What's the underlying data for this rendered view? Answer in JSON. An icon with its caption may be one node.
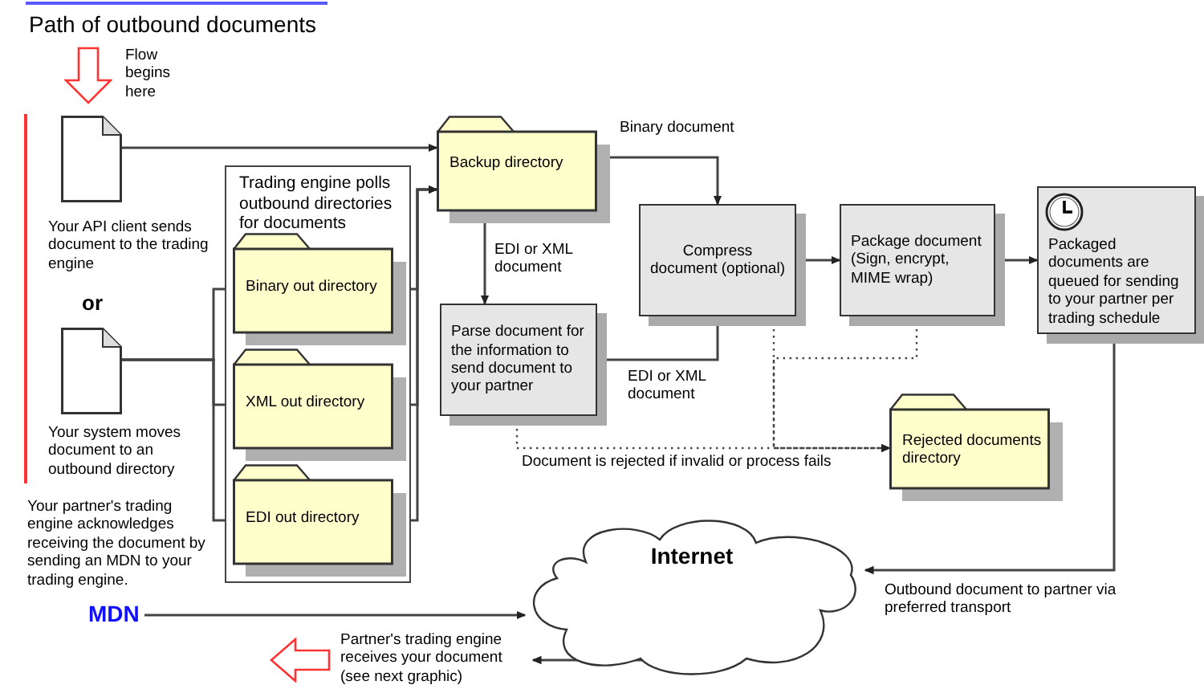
{
  "diagram": {
    "title": "Path of outbound documents",
    "nodes": [
      {
        "text": [],
        "shape": "document",
        "beside": [
          "Your API client sends document to the trading engine"
        ]
      },
      {
        "text": [],
        "shape": "document",
        "beside": [
          "Your system moves document to an outbound directory"
        ]
      },
      {
        "text": [
          "Trading engine polls outbound directories for documents"
        ]
      },
      {
        "text": [
          "Binary out directory"
        ],
        "in": 2
      },
      {
        "text": [
          "XML out directory"
        ],
        "in": 2
      },
      {
        "text": [
          "EDI out directory"
        ],
        "in": 2
      },
      {
        "text": [
          "Backup directory"
        ]
      },
      {
        "text": [
          "Parse document for the information to send document to your partner"
        ]
      },
      {
        "text": [
          "Compress document (optional)"
        ]
      },
      {
        "text": [
          "Package document (Sign, encrypt, MIME wrap)"
        ]
      },
      {
        "text": [
          "Packaged documents are queued for sending to your partner per trading schedule"
        ]
      },
      {
        "text": [
          "Rejected documents directory"
        ]
      },
      {
        "text": [
          "Internet"
        ]
      },
      {
        "text": [
          "MDN"
        ]
      },
      {
        "text": [
          "Partner's trading engine receives your document (see next graphic)"
        ]
      }
    ],
    "edges": [
      {
        "from": 0,
        "to": 6,
        "arrow": "to"
      },
      {
        "from": 1,
        "to": 3,
        "arrow": "none"
      },
      {
        "from": 1,
        "to": 4,
        "arrow": "none"
      },
      {
        "from": 1,
        "to": 5,
        "arrow": "none"
      },
      {
        "from": 3,
        "to": 6,
        "arrow": "to"
      },
      {
        "from": 4,
        "to": 6,
        "arrow": "to"
      },
      {
        "from": 5,
        "to": 6,
        "arrow": "to"
      },
      {
        "from": 6,
        "to": 8,
        "arrow": "to",
        "label": "Binary document"
      },
      {
        "from": 6,
        "to": 7,
        "arrow": "to",
        "label": "EDI or XML document"
      },
      {
        "from": 7,
        "to": 8,
        "arrow": "to",
        "label": "EDI or XML document"
      },
      {
        "from": 8,
        "to": 9,
        "arrow": "to"
      },
      {
        "from": 9,
        "to": 10,
        "arrow": "to"
      },
      {
        "from": 7,
        "to": 11,
        "arrow": "to",
        "style": "dashed",
        "label": "Document is rejected if invalid or process fails"
      },
      {
        "from": 8,
        "to": 11,
        "arrow": "to",
        "style": "dashed"
      },
      {
        "from": 9,
        "to": 11,
        "arrow": "to",
        "style": "dashed"
      },
      {
        "from": 10,
        "to": 12,
        "arrow": "to",
        "label": "Outbound document to partner via preferred transport"
      },
      {
        "from": 13,
        "to": 12,
        "arrow": "to"
      },
      {
        "from": 12,
        "to": 14,
        "arrow": "to"
      }
    ],
    "labels": [
      "Flow begins here",
      "or",
      "Your partner's trading engine acknowledges receiving the document by sending an MDN to your trading engine."
    ]
  }
}
